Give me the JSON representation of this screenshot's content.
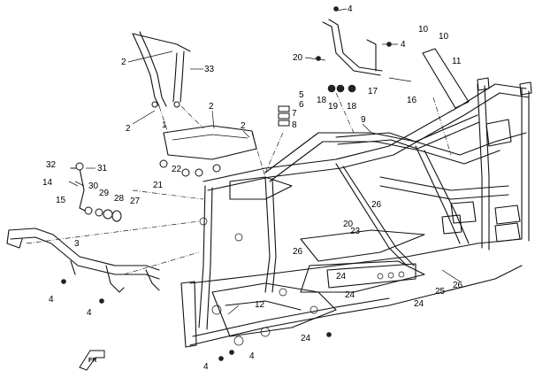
{
  "callouts": [
    {
      "id": "c4a",
      "text": "4"
    },
    {
      "id": "c10a",
      "text": "10"
    },
    {
      "id": "c10b",
      "text": "10"
    },
    {
      "id": "c2a",
      "text": "2"
    },
    {
      "id": "c33",
      "text": "33"
    },
    {
      "id": "c20a",
      "text": "20"
    },
    {
      "id": "c4b",
      "text": "4"
    },
    {
      "id": "c11",
      "text": "11"
    },
    {
      "id": "c5",
      "text": "5"
    },
    {
      "id": "c6",
      "text": "6"
    },
    {
      "id": "c7",
      "text": "7"
    },
    {
      "id": "c8",
      "text": "8"
    },
    {
      "id": "c18a",
      "text": "18"
    },
    {
      "id": "c19",
      "text": "19"
    },
    {
      "id": "c18b",
      "text": "18"
    },
    {
      "id": "c17",
      "text": "17"
    },
    {
      "id": "c16",
      "text": "16"
    },
    {
      "id": "c2b",
      "text": "2"
    },
    {
      "id": "c2c",
      "text": "2"
    },
    {
      "id": "c1",
      "text": "1"
    },
    {
      "id": "c2d",
      "text": "2"
    },
    {
      "id": "c9",
      "text": "9"
    },
    {
      "id": "c32",
      "text": "32"
    },
    {
      "id": "c31",
      "text": "31"
    },
    {
      "id": "c22",
      "text": "22"
    },
    {
      "id": "c21",
      "text": "21"
    },
    {
      "id": "c14",
      "text": "14"
    },
    {
      "id": "c30",
      "text": "30"
    },
    {
      "id": "c29",
      "text": "29"
    },
    {
      "id": "c28",
      "text": "28"
    },
    {
      "id": "c27",
      "text": "27"
    },
    {
      "id": "c15",
      "text": "15"
    },
    {
      "id": "c26a",
      "text": "26"
    },
    {
      "id": "c20b",
      "text": "20"
    },
    {
      "id": "c23",
      "text": "23"
    },
    {
      "id": "c3",
      "text": "3"
    },
    {
      "id": "c26b",
      "text": "26"
    },
    {
      "id": "c26c",
      "text": "26"
    },
    {
      "id": "c25",
      "text": "25"
    },
    {
      "id": "c24a",
      "text": "24"
    },
    {
      "id": "c4c",
      "text": "4"
    },
    {
      "id": "c4d",
      "text": "4"
    },
    {
      "id": "c12",
      "text": "12"
    },
    {
      "id": "c24b",
      "text": "24"
    },
    {
      "id": "c24c",
      "text": "24"
    },
    {
      "id": "c24d",
      "text": "24"
    },
    {
      "id": "c4e",
      "text": "4"
    },
    {
      "id": "c4f",
      "text": "4"
    }
  ],
  "direction_arrow": {
    "text": "FR"
  }
}
